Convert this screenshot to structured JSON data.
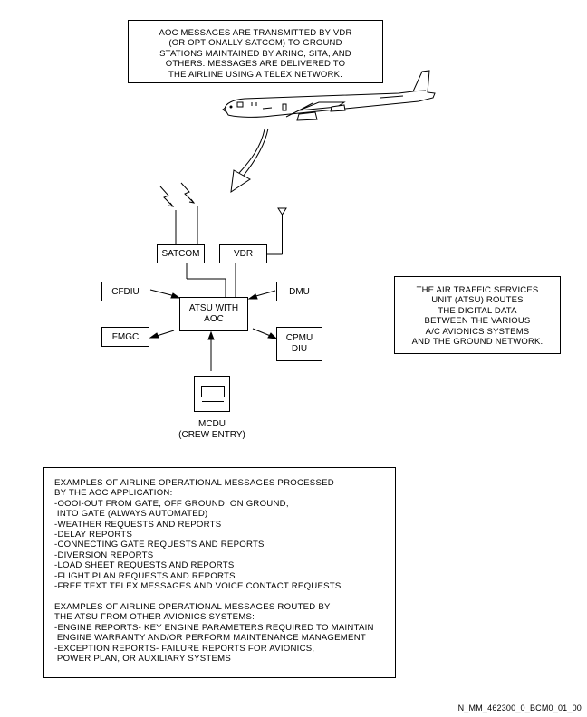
{
  "top_note": "AOC MESSAGES ARE TRANSMITTED BY VDR\n(OR OPTIONALLY SATCOM) TO GROUND\nSTATIONS MAINTAINED BY ARINC, SITA, AND\nOTHERS. MESSAGES ARE DELIVERED TO\nTHE AIRLINE USING A TELEX NETWORK.",
  "side_note": "THE AIR TRAFFIC SERVICES\nUNIT (ATSU) ROUTES\nTHE DIGITAL DATA\nBETWEEN THE VARIOUS\nA/C AVIONICS SYSTEMS\nAND THE GROUND NETWORK.",
  "units": {
    "satcom": "SATCOM",
    "vdr": "VDR",
    "cfdiu": "CFDIU",
    "dmu": "DMU",
    "atsu": "ATSU WITH\nAOC",
    "fmgc": "FMGC",
    "cpmu": "CPMU\nDIU",
    "mcdu": "MCDU\n(CREW ENTRY)"
  },
  "examples_text": "EXAMPLES OF AIRLINE OPERATIONAL MESSAGES PROCESSED\nBY THE AOC APPLICATION:\n-OOOI-OUT FROM GATE, OFF GROUND, ON GROUND,\n INTO GATE (ALWAYS AUTOMATED)\n-WEATHER REQUESTS AND REPORTS\n-DELAY REPORTS\n-CONNECTING GATE REQUESTS AND REPORTS\n-DIVERSION REPORTS\n-LOAD SHEET REQUESTS AND REPORTS\n-FLIGHT PLAN REQUESTS AND REPORTS\n-FREE TEXT TELEX MESSAGES AND VOICE CONTACT REQUESTS\n\nEXAMPLES OF AIRLINE OPERATIONAL MESSAGES ROUTED BY\nTHE ATSU FROM OTHER AVIONICS SYSTEMS:\n-ENGINE REPORTS- KEY ENGINE PARAMETERS REQUIRED TO MAINTAIN\n ENGINE WARRANTY AND/OR PERFORM MAINTENANCE MANAGEMENT\n-EXCEPTION REPORTS- FAILURE REPORTS FOR AVIONICS,\n POWER PLAN, OR AUXILIARY SYSTEMS",
  "figure_ref": "N_MM_462300_0_BCM0_01_00"
}
